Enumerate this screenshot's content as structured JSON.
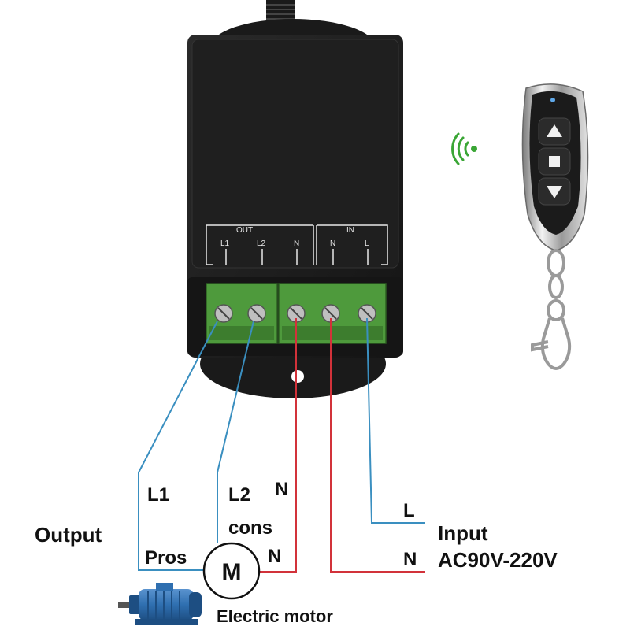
{
  "receiver": {
    "out_header": "OUT",
    "in_header": "IN",
    "out_terminals": [
      "L1",
      "L2",
      "N"
    ],
    "in_terminals": [
      "N",
      "L"
    ],
    "body_color": "#1c1c1c",
    "terminal_color": "#4e9a3c"
  },
  "remote": {
    "buttons": [
      {
        "name": "up-button",
        "icon": "triangle-up-icon"
      },
      {
        "name": "stop-button",
        "icon": "square-stop-icon"
      },
      {
        "name": "down-button",
        "icon": "triangle-down-icon"
      }
    ],
    "signal_icon": "wifi-signal-icon",
    "signal_color": "#3aa635"
  },
  "wiring": {
    "blue_wire_color": "#3a8fc0",
    "red_wire_color": "#d2323a",
    "labels": {
      "left_l1": "L1",
      "left_l2": "L2",
      "left_n_top": "N",
      "cons": "cons",
      "output": "Output",
      "pros": "Pros",
      "left_n_bottom": "N",
      "right_l": "L",
      "input": "Input",
      "right_n": "N",
      "voltage": "AC90V-220V"
    }
  },
  "motor": {
    "symbol": "M",
    "caption": "Electric motor",
    "body_color": "#2f6fb0"
  }
}
